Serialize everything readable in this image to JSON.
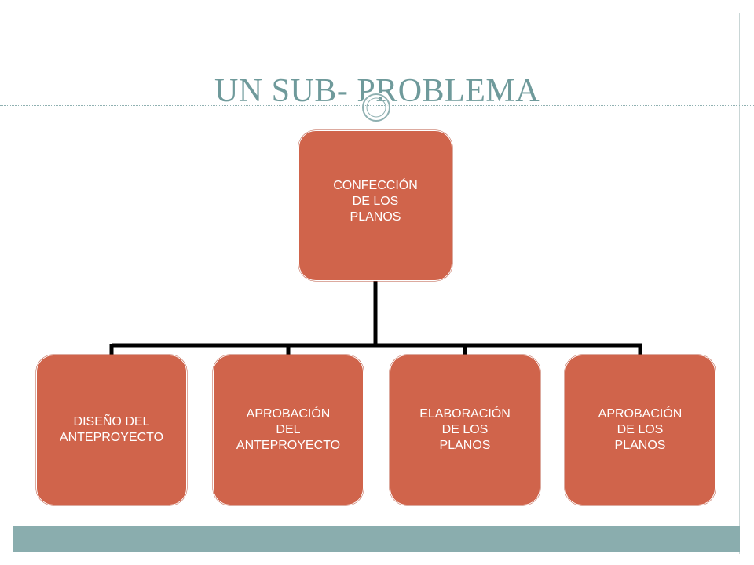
{
  "title": "UN SUB- PROBLEMA",
  "colors": {
    "title": "#6f9a9b",
    "node_fill": "#d0644b",
    "connector": "#000000",
    "band": "#8aadae"
  },
  "diagram": {
    "root": {
      "label": "CONFECCIÓN\nDE LOS\nPLANOS"
    },
    "children": [
      {
        "label": "DISEÑO DEL\nANTEPROYECTO"
      },
      {
        "label": "APROBACIÓN\nDEL\nANTEPROYECTO"
      },
      {
        "label": "ELABORACIÓN\nDE LOS\nPLANOS"
      },
      {
        "label": "APROBACIÓN\nDE LOS\nPLANOS"
      }
    ]
  }
}
